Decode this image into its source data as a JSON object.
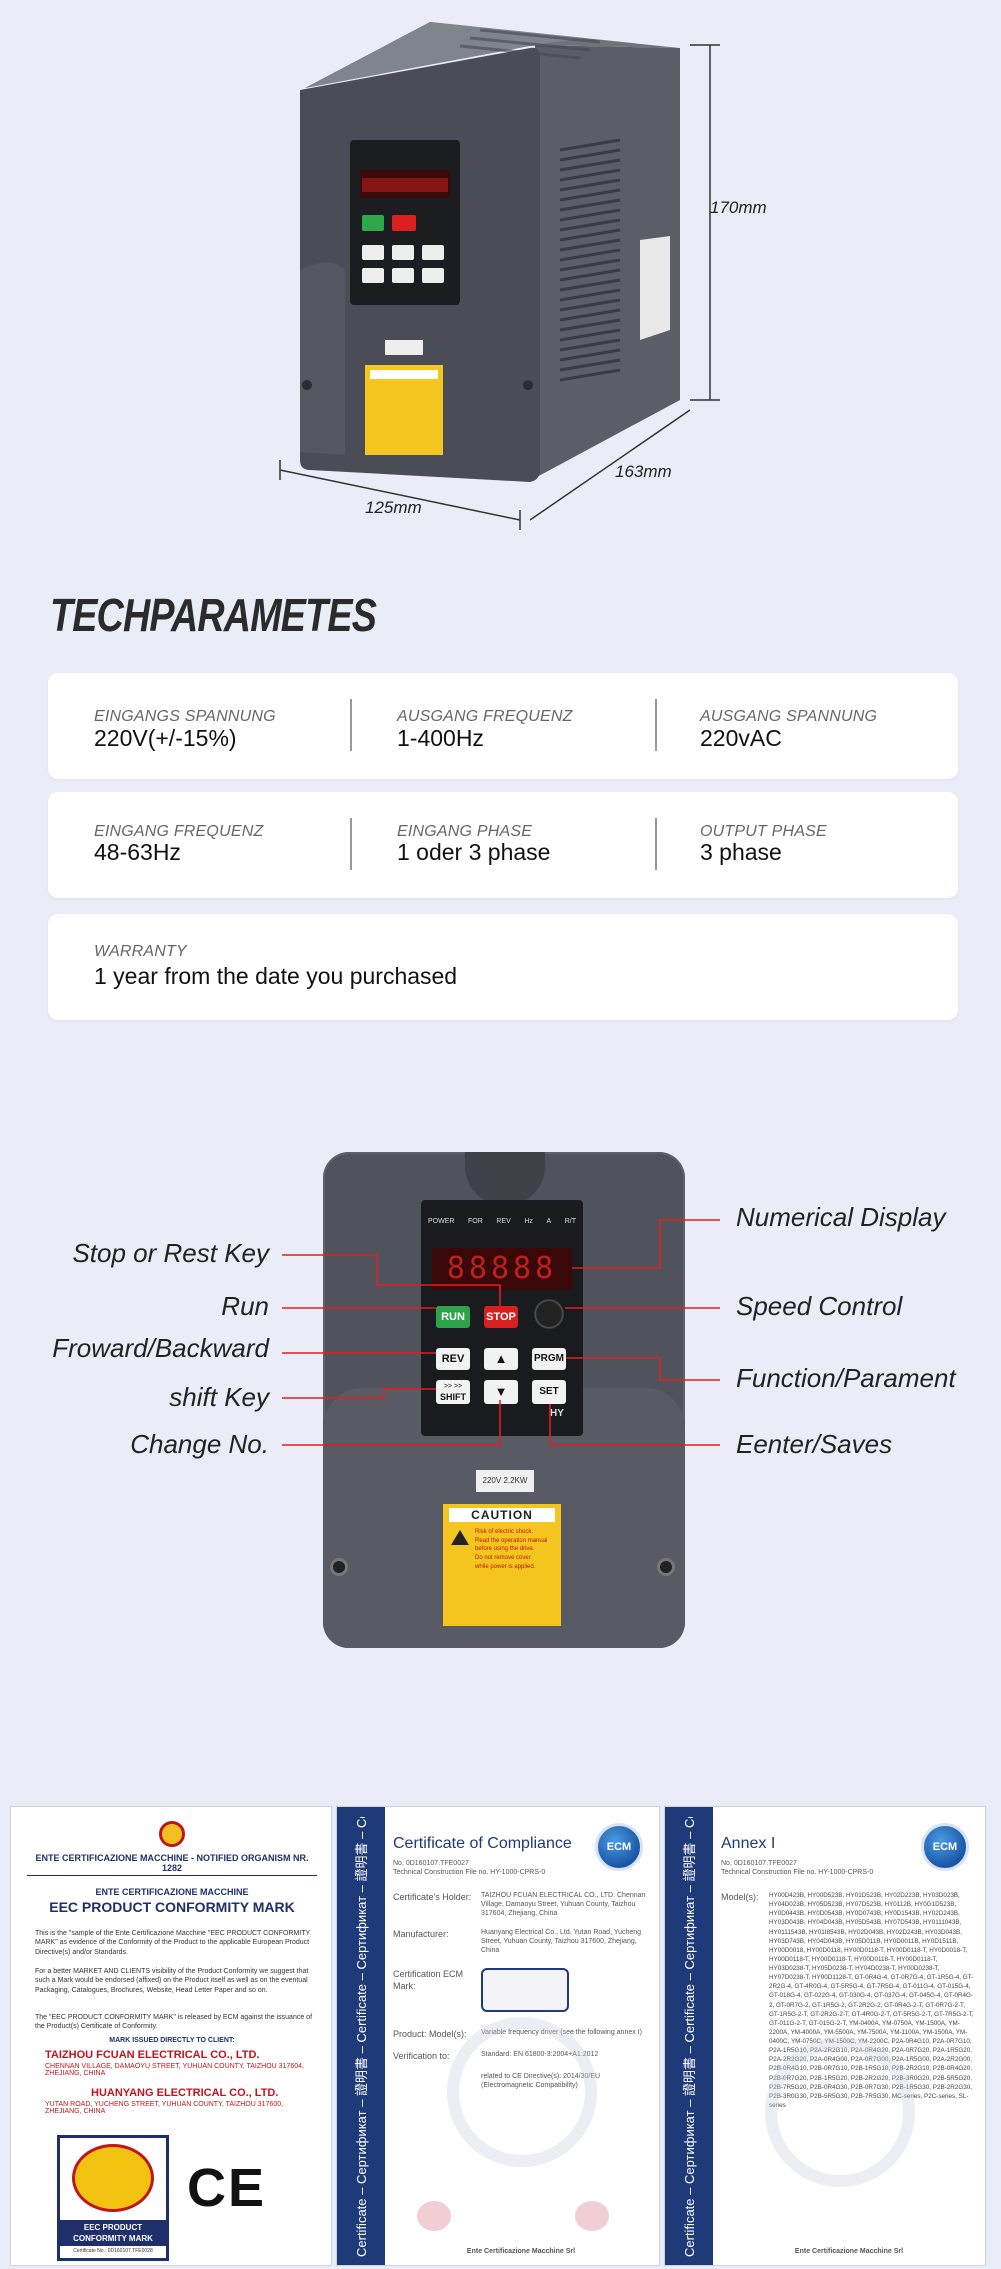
{
  "product": {
    "display_digits": "88888",
    "led_labels": [
      "POWER",
      "FOR",
      "REV",
      "Hz",
      "A",
      "R/T"
    ],
    "keys": {
      "run": "RUN",
      "stop": "STOP",
      "rev": "REV",
      "prgm": "PRGM",
      "shift_top": ">> >>",
      "shift": "SHIFT",
      "set": "SET",
      "up": "▲",
      "down": "▼"
    },
    "brand": "HY",
    "rating_plate": "220V 2.2KW",
    "caution_title": "CAUTION",
    "caution_lines": [
      "Risk of electric shock.",
      "Read the operation manual",
      "before using the drive.",
      "Do not remove cover",
      "while power is applied."
    ]
  },
  "dimensions": {
    "height": "170mm",
    "depth": "163mm",
    "width": "125mm"
  },
  "techparameters": {
    "title": "TECHPARAMETES",
    "rows": [
      [
        {
          "label": "EINGANGS SPANNUNG",
          "value": "220V(+/-15%)"
        },
        {
          "label": "AUSGANG FREQUENZ",
          "value": "1-400Hz"
        },
        {
          "label": "AUSGANG SPANNUNG",
          "value": "220vAC"
        }
      ],
      [
        {
          "label": "EINGANG FREQUENZ",
          "value": "48-63Hz"
        },
        {
          "label": "EINGANG PHASE",
          "value": "1 oder 3 phase"
        },
        {
          "label": "OUTPUT PHASE",
          "value": "3 phase"
        }
      ]
    ],
    "warranty": {
      "label": "WARRANTY",
      "value": "1 year from the date you purchased"
    }
  },
  "callouts": {
    "left": [
      "Stop or Rest Key",
      "Run",
      "Froward/Backward",
      "shift Key",
      "Change No."
    ],
    "right": [
      "Numerical Display",
      "Speed Control",
      "Function/Parament",
      "Eenter/Saves"
    ]
  },
  "certificates": {
    "eec": {
      "header": "ENTE CERTIFICAZIONE MACCHINE - NOTIFIED ORGANISM NR. 1282",
      "title1": "ENTE CERTIFICAZIONE MACCHINE",
      "title2": "EEC PRODUCT CONFORMITY MARK",
      "p1": "This is the \"sample of the Ente Certificazione Macchine \"EEC PRODUCT CONFORMITY MARK\" as evidence of the Conformity of the Product to the applicable European Product Directive(s) and/or Standards.",
      "p2": "For a better MARKET AND CLIENTS visibility of the Product Conformity we suggest that such a Mark would be endorsed (affixed) on the Product itself as well as on the eventual Packaging, Catalogues, Brochures, Website, Head Letter Paper and so on.",
      "p3": "The \"EEC PRODUCT CONFORMITY MARK\" is released by ECM against the issuance of the Product(s) Certificate of Conformity.",
      "issued": "MARK ISSUED DIRECTLY TO CLIENT:",
      "company1": "TAIZHOU FCUAN ELECTRICAL CO., LTD.",
      "address1": "CHENNAN VILLAGE, DAMAOYU STREET, YUHUAN COUNTY, TAIZHOU 317604, ZHEJIANG, CHINA",
      "company2": "HUANYANG ELECTRICAL CO., LTD.",
      "address2": "YUTAN ROAD, YUCHENG STREET, YUHUAN COUNTY, TAIZHOU 317600, ZHEJIANG, CHINA",
      "mark_line1": "EEC PRODUCT",
      "mark_line2": "CONFORMITY MARK",
      "mark_cert": "Certificate No.: 0D160107.TFE0028",
      "ce": "CE"
    },
    "compliance": {
      "side": "Certificate – Сертификат – 證明書 – Certificate – Сертификат – 證明書 – Certificate – Сертификат",
      "title": "Certificate of Compliance",
      "no": "No. 0D160107.TFE0027",
      "tcf": "Technical Construction File no. HY-1000-CPRS-0",
      "fields": [
        {
          "k": "Certificate's Holder:",
          "v": "TAIZHOU FCUAN ELECTRICAL CO., LTD. Chennan Village, Damaoyu Street, Yuhuan County, Taizhou 317604, Zhejiang, China"
        },
        {
          "k": "Manufacturer:",
          "v": "Huanyang Electrical Co., Ltd. Yutan Road, Yucheng Street, Yuhuan County, Taizhou 317600, Zhejiang, China"
        },
        {
          "k": "Certification ECM Mark:",
          "v": ""
        },
        {
          "k": "Product: Model(s):",
          "v": "Variable frequency driver (see the following annex I)"
        },
        {
          "k": "Verification to:",
          "v": "Standard: EN 61800-3:2004+A1:2012"
        }
      ],
      "related": "related to CE Directive(s): 2014/30/EU (Electromagnetic Compatibility)",
      "footer": "Ente Certificazione Macchine Srl",
      "ecm": "ECM"
    },
    "annex": {
      "title": "Annex I",
      "no": "No. 0D160107.TFE0027",
      "tcf": "Technical Construction File no. HY-1000-CPRS-0",
      "models_label": "Model(s):",
      "models": "HY00D423B, HY00D523B, HY01D523B, HY02D223B, HY03D023B, HY04D023B, HY05D523B, HY07D523B, HY0112B, HY0G1D523B, HY0D0443B, HY0D0543B, HY0D0743B, HY0D1543B, HY02D243B, HY03D043B, HY04D043B, HY05D543B, HY07D543B, HY0111043B, HY0111543B, HY01I8543B, HY02D043B, HY02D243B, HY03D043B, HY03D743B, HY04D043B, HY05D011B, HY0D0011B, HY0D1511B, HY00D0018, HY00D0118, HY00D0118-T, HY00D0118-T, HY0D0018-T, HY00D0118-T, HY00D0118-T, HY00D0118-T, HY00D0118-T, HY03D0238-T, HY05D0238-T, HY04D0238-T, HY00D0238-T, HY07D0238-T, HY00D1128-T, GT-0R4G-4, GT-0R7G-4, GT-1R5G-4, GT-2R2G-4, GT-4R0G-4, GT-5R5G-4, GT-7R5G-4, GT-011G-4, GT-015G-4, GT-018G-4, GT-022G-4, GT-030G-4, GT-037G-4, GT-045G-4, GT-0R4G-2, GT-0R7G-2, GT-1R5G-2, GT-2R2G-2, GT-0R4G-2-T, GT-0R7G-2-T, GT-1R5G-2-T, GT-2R2G-2-T, GT-4R0G-2-T, GT-5R5G-2-T, GT-7R5G-2-T, GT-011G-2-T, GT-015G-2-T, YM-0400A, YM-0750A, YM-1500A, YM-2200A, YM-4000A, YM-5500A, YM-7500A, YM-1100A, YM-1500A, YM-0400C, YM-0750C, YM-1500C, YM-2200C, P2A-0R4G10, P2A-0R7G10, P2A-1R5G10, P2A-2R2G10, P2A-0R4G20, P2A-0R7G20, P2A-1R5G20, P2A-2R2G20, P2A-0R4G00, P2A-0R7G00, P2A-1R5G00, P2A-2R2G00, P2B-0R4G10, P2B-0R7G10, P2B-1R5G10, P2B-2R2G10, P2B-0R4G20, P2B-0R7G20, P2B-1R5G20, P2B-2R2G20, P2B-3R0G20, P2B-5R5G20, P2B-7R5G20, P2B-0R4G30, P2B-0R7G30, P2B-1R5G30, P2B-2R2G30, P2B-3R0G30, P2B-5R5G30, P2B-7R5G30, MC-series, P2C-series, SL-series",
      "footer": "Ente Certificazione Macchine Srl",
      "ecm": "ECM"
    }
  }
}
